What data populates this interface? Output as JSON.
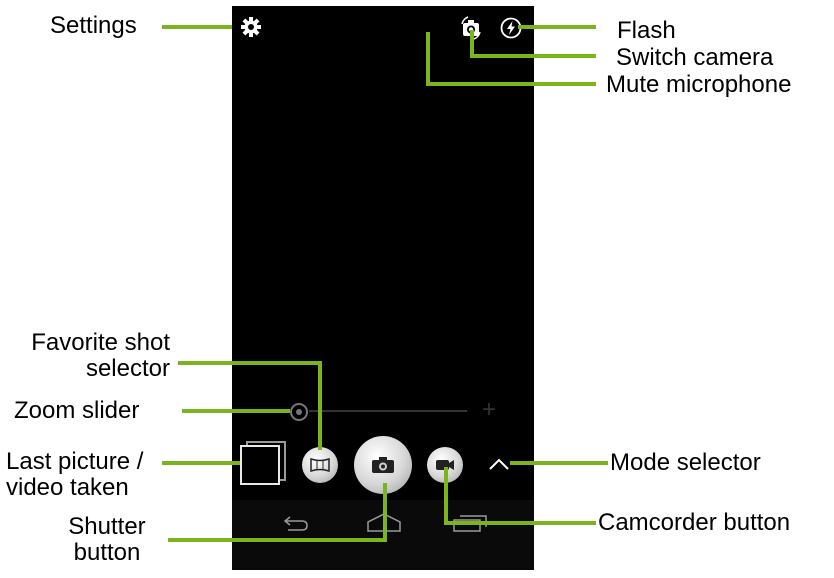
{
  "labels": {
    "settings": "Settings",
    "flash": "Flash",
    "switch_camera": "Switch camera",
    "mute_microphone": "Mute microphone",
    "favorite_shot_line1": "Favorite shot",
    "favorite_shot_line2": "selector",
    "zoom_slider": "Zoom slider",
    "last_picture_line1": "Last picture /",
    "last_picture_line2": "video taken",
    "mode_selector": "Mode selector",
    "shutter_line1": "Shutter",
    "shutter_line2": "button",
    "camcorder_button": "Camcorder button"
  },
  "colors": {
    "callout": "#7ab51d",
    "screen": "#000000"
  },
  "icons": {
    "settings": "gear-icon",
    "flash": "flash-auto-icon",
    "switch_camera": "switch-camera-icon",
    "favorite_shot": "favorite-shot-icon",
    "shutter": "camera-icon",
    "camcorder": "video-camera-icon",
    "mode": "chevron-up-icon",
    "back": "back-icon",
    "home": "home-icon",
    "recents": "recent-apps-icon"
  }
}
